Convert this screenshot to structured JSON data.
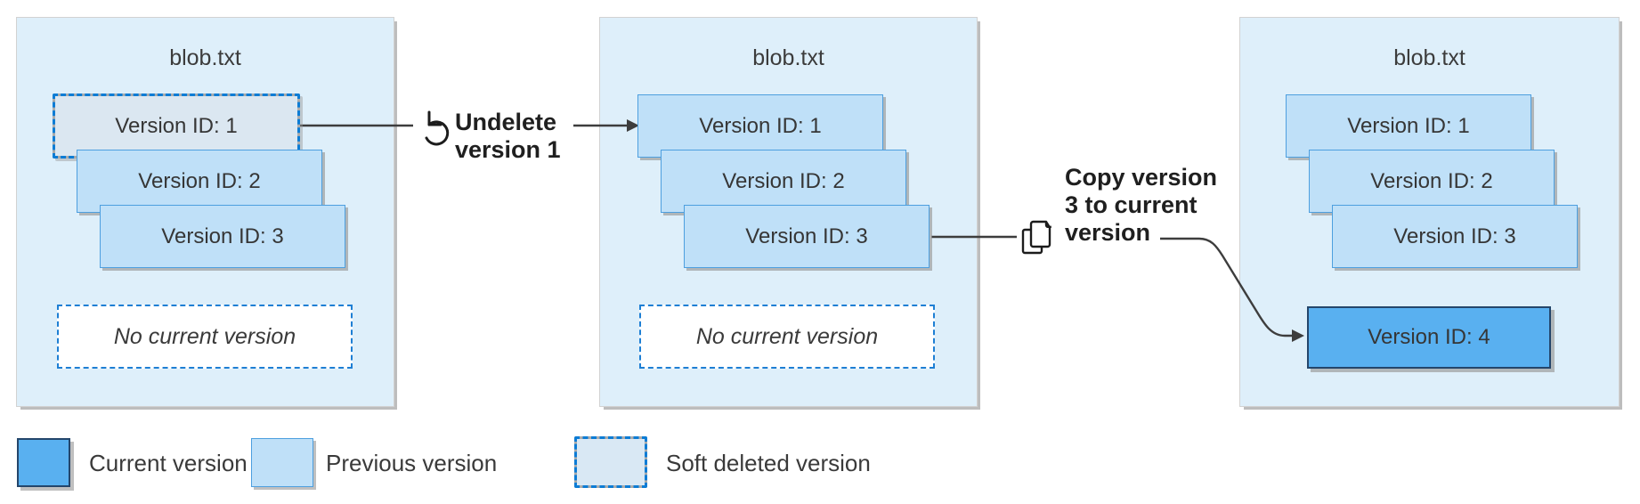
{
  "panels": [
    {
      "title": "blob.txt",
      "boxes": [
        {
          "label": "Version ID: 1",
          "state": "soft-deleted"
        },
        {
          "label": "Version ID: 2",
          "state": "previous"
        },
        {
          "label": "Version ID: 3",
          "state": "previous"
        }
      ],
      "placeholder": "No current version"
    },
    {
      "title": "blob.txt",
      "boxes": [
        {
          "label": "Version ID: 1",
          "state": "previous"
        },
        {
          "label": "Version ID: 2",
          "state": "previous"
        },
        {
          "label": "Version ID: 3",
          "state": "previous"
        }
      ],
      "placeholder": "No current version"
    },
    {
      "title": "blob.txt",
      "boxes": [
        {
          "label": "Version ID: 1",
          "state": "previous"
        },
        {
          "label": "Version ID: 2",
          "state": "previous"
        },
        {
          "label": "Version ID: 3",
          "state": "previous"
        },
        {
          "label": "Version ID: 4",
          "state": "current"
        }
      ]
    }
  ],
  "annotations": [
    {
      "icon": "undo-icon",
      "label": "Undelete version 1",
      "lines": [
        "Undelete",
        "version 1"
      ]
    },
    {
      "icon": "copy-icon",
      "label": "Copy version 3 to current version",
      "lines": [
        "Copy version",
        "3 to current",
        "version"
      ]
    }
  ],
  "legend": [
    {
      "swatch": "current",
      "label": "Current version"
    },
    {
      "swatch": "previous",
      "label": "Previous version"
    },
    {
      "swatch": "soft-deleted",
      "label": "Soft deleted version"
    }
  ],
  "colors": {
    "panel_background": "#deeffa",
    "previous_version_fill": "#bfe0f8",
    "previous_version_border": "#4d9fdf",
    "current_version_fill": "#59b0f0",
    "current_version_border": "#24466b",
    "soft_deleted_fill": "#dbe7f1",
    "soft_deleted_dash_blue": "#0c7cd5",
    "soft_deleted_dash_gray": "#ababab",
    "placeholder_border": "#1e7fd4",
    "connector": "#3d3d3d"
  }
}
